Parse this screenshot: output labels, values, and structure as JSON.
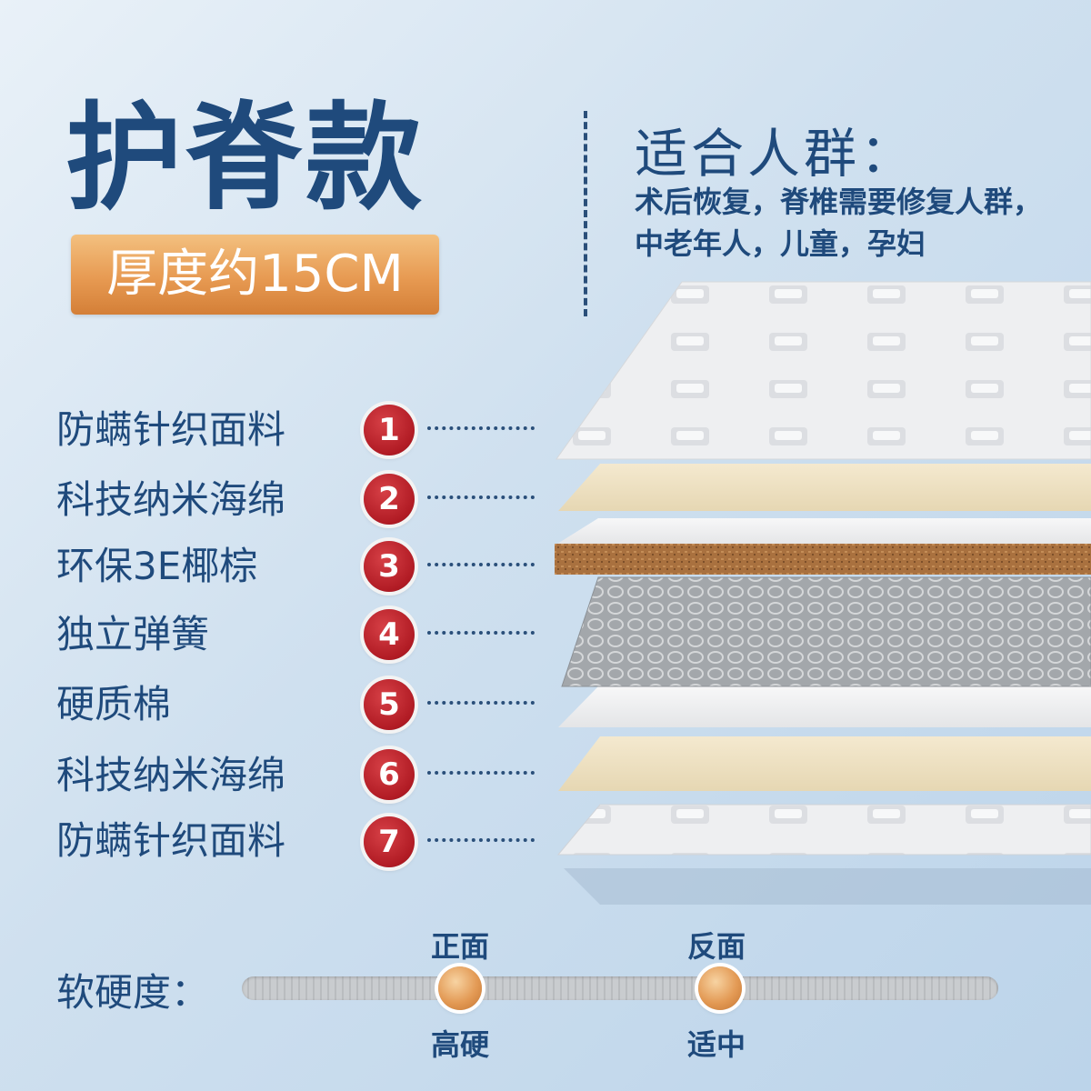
{
  "header": {
    "title": "护脊款",
    "thickness": "厚度约15CM"
  },
  "crowd": {
    "title": "适合人群：",
    "line1": "术后恢复，脊椎需要修复人群，",
    "line2": "中老年人，儿童，孕妇"
  },
  "layers": [
    {
      "num": "1",
      "label": "防螨针织面料"
    },
    {
      "num": "2",
      "label": "科技纳米海绵"
    },
    {
      "num": "3",
      "label": "环保3E椰棕"
    },
    {
      "num": "4",
      "label": "独立弹簧"
    },
    {
      "num": "5",
      "label": "硬质棉"
    },
    {
      "num": "6",
      "label": "科技纳米海绵"
    },
    {
      "num": "7",
      "label": "防螨针织面料"
    }
  ],
  "softness": {
    "label": "软硬度：",
    "front": {
      "side": "正面",
      "level": "高硬"
    },
    "back": {
      "side": "反面",
      "level": "适中"
    }
  },
  "colors": {
    "brand_blue": "#1f4a7c",
    "badge_orange": "#e79a52",
    "number_red": "#b11b24"
  }
}
